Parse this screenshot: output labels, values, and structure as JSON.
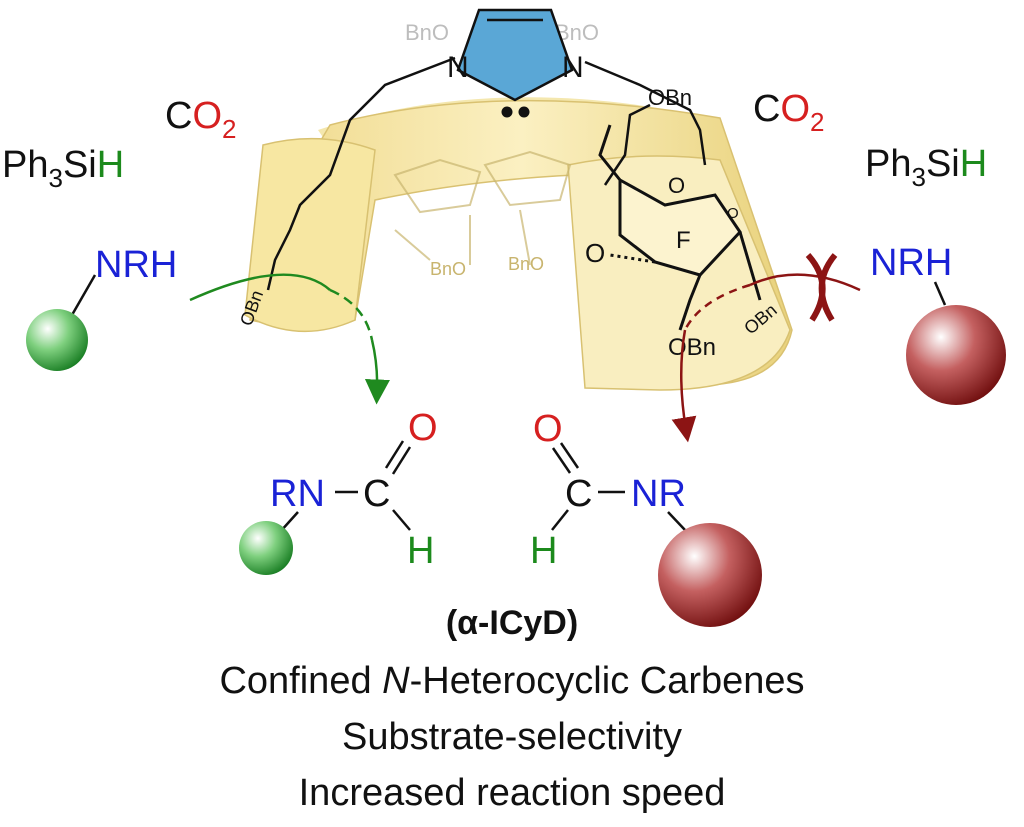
{
  "colors": {
    "cyclodextrin_fill": "#f6e7a3",
    "imidazole_fill": "#5aa7d6",
    "co2_oxygen": "#d62020",
    "silane_hydrogen": "#1c8a1c",
    "amine_blue": "#1a22d6",
    "small_substrate": "#1f8f2a",
    "large_substrate": "#8c1414",
    "arrow_green": "#1f8a1f",
    "arrow_red": "#8c1414"
  },
  "cyd_labels": {
    "bno_top_left": "BnO",
    "bno_top_right": "BnO",
    "n_left": "N",
    "n_right": "N",
    "obn_top": "OBn",
    "obn_left_low": "OBn",
    "bno_mid1": "BnO",
    "bno_mid2": "BnO",
    "o_ring": "O",
    "f_label": "F",
    "o_left": "O",
    "obn_right_bottom": "OBn",
    "obn_bottom": "OBn",
    "o_right_small": "O"
  },
  "left_reagents": {
    "c": "C",
    "o": "O",
    "sub2": "2",
    "ph": "Ph",
    "sub3": "3",
    "si": "Si",
    "h": "H",
    "amine": "NRH"
  },
  "right_reagents": {
    "c": "C",
    "o": "O",
    "sub2": "2",
    "ph": "Ph",
    "sub3": "3",
    "si": "Si",
    "h": "H",
    "amine": "NRH"
  },
  "product_left": {
    "rn": "RN",
    "c": "C",
    "o": "O",
    "h": "H"
  },
  "product_right": {
    "nr": "NR",
    "c": "C",
    "o": "O",
    "h": "H"
  },
  "captions": {
    "title": "(α-ICyD)",
    "line1_italic": "N",
    "line1_pre": "Confined ",
    "line1_post": "-Heterocyclic Carbenes",
    "line2": "Substrate-selectivity",
    "line3": "Increased reaction speed"
  }
}
